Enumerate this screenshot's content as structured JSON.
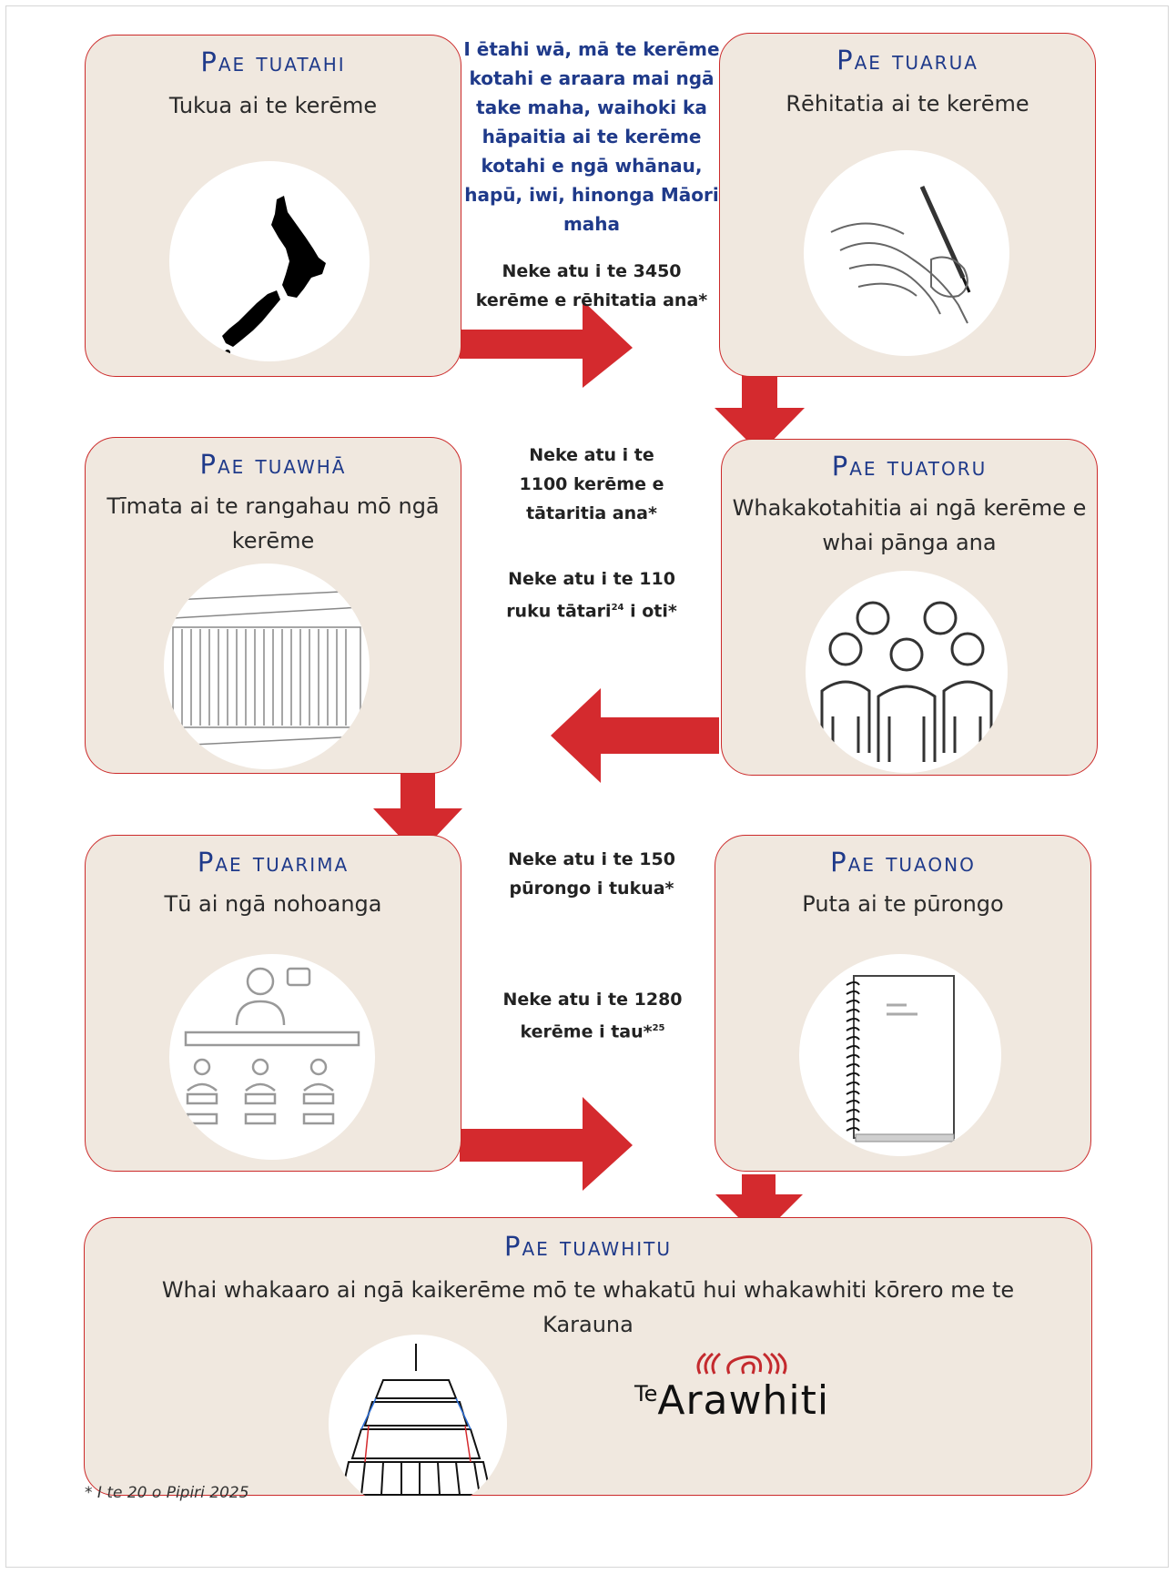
{
  "stages": [
    {
      "title": "Pae tuatahi",
      "desc": "Tukua ai te kerēme"
    },
    {
      "title": "Pae tuarua",
      "desc": "Rēhitatia ai te kerēme"
    },
    {
      "title": "Pae tuatoru",
      "desc": "Whakakotahitia ai ngā kerēme e whai pānga ana"
    },
    {
      "title": "Pae tuawhā",
      "desc": "Tīmata ai te rangahau mō ngā kerēme"
    },
    {
      "title": "Pae tuarima",
      "desc": "Tū ai ngā nohoanga"
    },
    {
      "title": "Pae tuaono",
      "desc": "Puta ai te pūrongo"
    },
    {
      "title": "Pae tuawhitu",
      "desc": "Whai whakaaro ai ngā kaikerēme mō te whakatū hui whakawhiti kōrero me te Karauna"
    }
  ],
  "note": "I ētahi wā, mā te kerēme kotahi e araara mai ngā take maha, waihoki ka hāpaitia ai te kerēme kotahi e ngā whānau, hapū, iwi, hinonga Māori maha",
  "stats": {
    "registered": "Neke atu i te 3450 kerēme e rēhitatia ana*",
    "analysed": "Neke atu i te 1100 kerēme e tātaritia ana*",
    "inquiries_text": "Neke atu i te 110 ruku tātari",
    "inquiries_ref": "24",
    "inquiries_tail": " i oti*",
    "reports": "Neke atu i te 150 pūrongo i tukua*",
    "settled_text": "Neke atu i te 1280 kerēme i tau*",
    "settled_ref": "25"
  },
  "footnote": "* I te 20 o Pipiri 2025",
  "logo": {
    "prefix": "Te",
    "name": "Arawhiti"
  },
  "colors": {
    "arrow": "#d42a2e",
    "box": "#f0e8df",
    "border": "#cc2a2a",
    "title": "#1f3a8a"
  }
}
